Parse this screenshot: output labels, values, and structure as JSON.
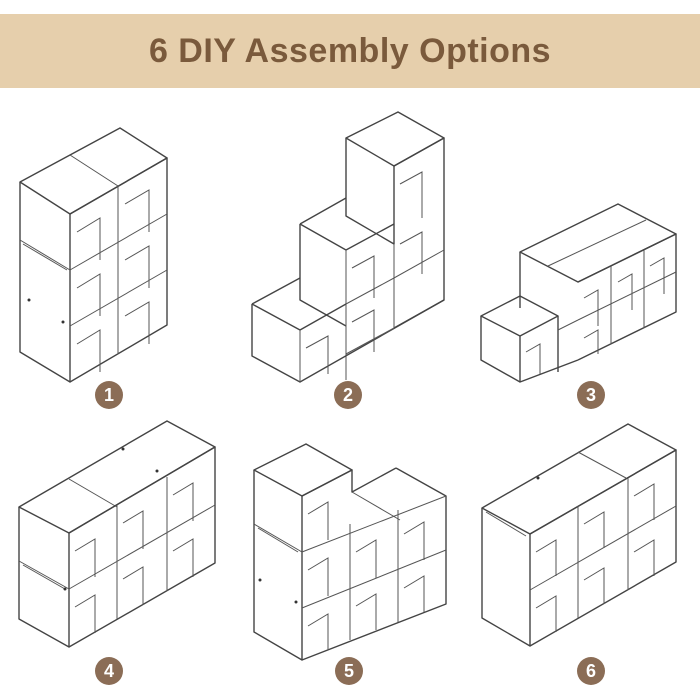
{
  "banner": {
    "title": "6 DIY Assembly Options"
  },
  "options": [
    {
      "number": "1"
    },
    {
      "number": "2"
    },
    {
      "number": "3"
    },
    {
      "number": "4"
    },
    {
      "number": "5"
    },
    {
      "number": "6"
    }
  ],
  "colors": {
    "banner_bg": "#e6cfac",
    "banner_text": "#7a5a3c",
    "badge_bg": "#8b6d56"
  }
}
